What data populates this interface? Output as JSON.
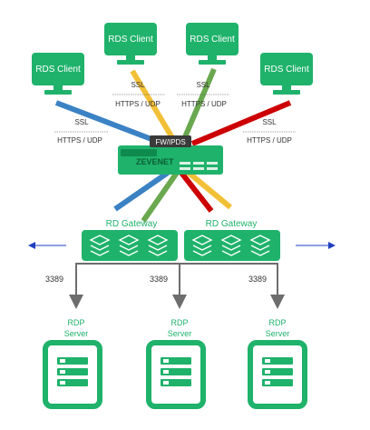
{
  "clients": [
    {
      "label": "RDS Client"
    },
    {
      "label": "RDS Client"
    },
    {
      "label": "RDS Client"
    },
    {
      "label": "RDS Client"
    }
  ],
  "protocol_labels": [
    {
      "top": "SSL",
      "bottom": "HTTPS / UDP"
    },
    {
      "top": "SSL",
      "bottom": "HTTPS / UDP"
    },
    {
      "top": "SSL",
      "bottom": "HTTPS / UDP"
    },
    {
      "top": "SSL",
      "bottom": "HTTPS / UDP"
    }
  ],
  "appliance": {
    "tag": "FW/IPDS",
    "brand": "ZEVENET"
  },
  "gateways": [
    {
      "label": "RD Gateway"
    },
    {
      "label": "RD Gateway"
    }
  ],
  "ports": [
    "3389",
    "3389",
    "3389"
  ],
  "servers": [
    {
      "label_line1": "RDP",
      "label_line2": "Server"
    },
    {
      "label_line1": "RDP",
      "label_line2": "Server"
    },
    {
      "label_line1": "RDP",
      "label_line2": "Server"
    }
  ],
  "colors": {
    "green": "#1fb26b",
    "dark_green": "#0f8a4f",
    "blue": "#3b82c4",
    "yellow": "#f2c037",
    "olive": "#6aa84f",
    "red": "#cc0000",
    "arrow_blue": "#1f3fbf",
    "gray": "#6d6d6d",
    "label_dark": "#333333"
  }
}
